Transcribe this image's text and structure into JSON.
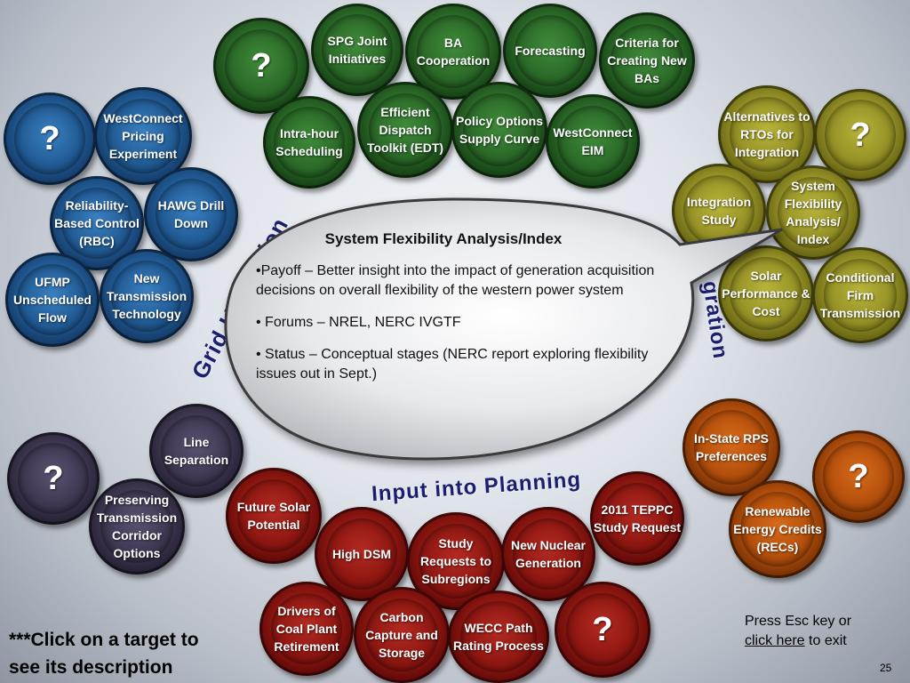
{
  "title": "System Flexibility Analysis/Index",
  "callout": {
    "payoff": "•Payoff – Better insight into the impact of generation acquisition decisions on overall flexibility of the western power system",
    "forums": "• Forums – NREL, NERC IVGTF",
    "status": "• Status – Conceptual stages (NERC report exploring flexibility issues out in Sept.)"
  },
  "arc_labels": {
    "grid_utilization": "Grid Utilization",
    "integration": "gration",
    "planning": "Input into Planning"
  },
  "bubbles": {
    "green": [
      "?",
      "SPG Joint Initiatives",
      "BA Cooperation",
      "Forecasting",
      "Criteria for Creating New BAs",
      "Intra-hour Scheduling",
      "Efficient Dispatch Toolkit (EDT)",
      "Policy Options Supply Curve",
      "WestConnect EIM"
    ],
    "blue": [
      "?",
      "WestConnect Pricing Experiment",
      "Reliability-Based Control (RBC)",
      "HAWG Drill Down",
      "UFMP Unscheduled Flow",
      "New Transmission Technology"
    ],
    "olive": [
      "Alternatives to RTOs for Integration",
      "?",
      "Integration Study",
      "System Flexibility Analysis/ Index",
      "Solar Performance & Cost",
      "Conditional Firm Transmission"
    ],
    "purple": [
      "Line Separation",
      "?",
      "Preserving Transmission Corridor Options"
    ],
    "red": [
      "Future Solar Potential",
      "High DSM",
      "Study Requests to Subregions",
      "New Nuclear Generation",
      "2011 TEPPC Study Request",
      "Drivers of Coal Plant Retirement",
      "Carbon Capture and Storage",
      "WECC Path Rating Process",
      "?"
    ],
    "orange": [
      "In-State RPS Preferences",
      "?",
      "Renewable Energy Credits (RECs)"
    ]
  },
  "footer": {
    "instruction": "***Click on a target to see its description",
    "exit_prefix": "Press Esc key or",
    "exit_link": "click here",
    "exit_suffix": " to exit",
    "page_number": "25"
  },
  "colors": {
    "green": "#2b6a28",
    "blue": "#215b95",
    "olive": "#959126",
    "purple": "#3f3852",
    "red": "#8f1711",
    "orange": "#b44f0c",
    "arc_text": "#1a1f70"
  }
}
